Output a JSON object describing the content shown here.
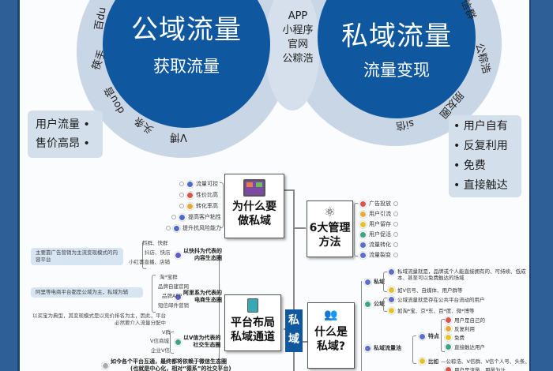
{
  "public_domain": {
    "title": "公域流量",
    "subtitle": "获取流量",
    "ring_labels": [
      "百du",
      "筷手",
      "dou音",
      "头条",
      "V博"
    ],
    "traits": [
      "用户流量 •",
      "售价高昂 •"
    ]
  },
  "overlap": {
    "items": [
      "APP",
      "小程序",
      "官网",
      "公粽浩"
    ]
  },
  "private_domain": {
    "title": "私域流量",
    "subtitle": "流量变现",
    "ring_labels": [
      "信群",
      "公粽浩",
      "朋友圈",
      "si信"
    ],
    "traits": [
      "• 用户自有",
      "• 反复利用",
      "• 免费",
      "• 直接触达"
    ]
  },
  "mindmap": {
    "root": "私域",
    "why": {
      "title_lines": [
        "为什么要",
        "做私域"
      ],
      "items": [
        "流量可控",
        "性价比高",
        "转化率高",
        "提高客户粘性",
        "提升抗风险能力"
      ],
      "item_colors": [
        "#4a6cc7",
        "#d9534f",
        "#e8a93b",
        "#4a6cc7",
        "#4a6cc7"
      ]
    },
    "methods": {
      "title_lines": [
        "6大管理",
        "方法"
      ],
      "items": [
        "广告投放",
        "用户引流",
        "用户留存",
        "用户促活",
        "流量转化",
        "流量裂变"
      ],
      "item_colors": [
        "#d9534f",
        "#e8a93b",
        "#e6c229",
        "#3aa57e",
        "#5b6fc9",
        "#5b6fc9"
      ]
    },
    "platform": {
      "title_lines": [
        "平台布局",
        "私域通道"
      ],
      "groups": [
        {
          "label_lines": [
            "以快抖为代表的",
            "内容生态圈"
          ],
          "note": "主要靠广告营销为主流变现模式的内容平台",
          "items": [
            "抖群、快群",
            "抖店、快店",
            "小红書直播、店铺"
          ],
          "color": "#5b5fc9"
        },
        {
          "label_lines": [
            "阿里系为代表的",
            "电商生态圈"
          ],
          "note": "阿里等电商平台都是公域为主，私域为辅",
          "items": [
            "淘*宝群",
            "品牌自建官网",
            "品牌APP",
            "短信邮件营销"
          ],
          "color": "#5b5fc9"
        },
        {
          "label_lines": [
            "以V信为代表的",
            "社交生态圈"
          ],
          "note": "以买宝为典型，其变现模式是以竞价排名为主，因此，平台必然要介入流量分配中",
          "items": [
            "V群",
            "V信商城",
            "企业V信"
          ],
          "color": "#3aa57e"
        }
      ],
      "footer": [
        "如今各个平台互通，最终都将依赖于微信生态圈",
        "(也就是中心化，相对“德系”的社交平台)"
      ]
    },
    "what": {
      "title_lines": [
        "什么是",
        "私域?"
      ],
      "private": {
        "label": "私域",
        "items": [
          "私域流量就是，品牌或个人能直接拥有的、可持续、低成本、甚至可以免费触达的场域",
          "如V信号、自媒体、用户群等"
        ]
      },
      "public": {
        "label": "公域",
        "items": [
          "公域流量就是存在公共平台流动的用户",
          "如淘*宝、京*东、百*度、微*博等"
        ]
      },
      "traffic": {
        "label": "私域流量池",
        "features_label": "特点",
        "features": [
          "用户是自己的",
          "反复利用",
          "免费",
          "直接触达用户"
        ],
        "feature_colors": [
          "#d9534f",
          "#e8a93b",
          "#e6c229",
          "#3aa57e"
        ],
        "example_label": "比如",
        "example": "—公粽浩、V信群、V信个人号、头条、dou音",
        "extra": "用户是流量，用量为计"
      }
    }
  }
}
